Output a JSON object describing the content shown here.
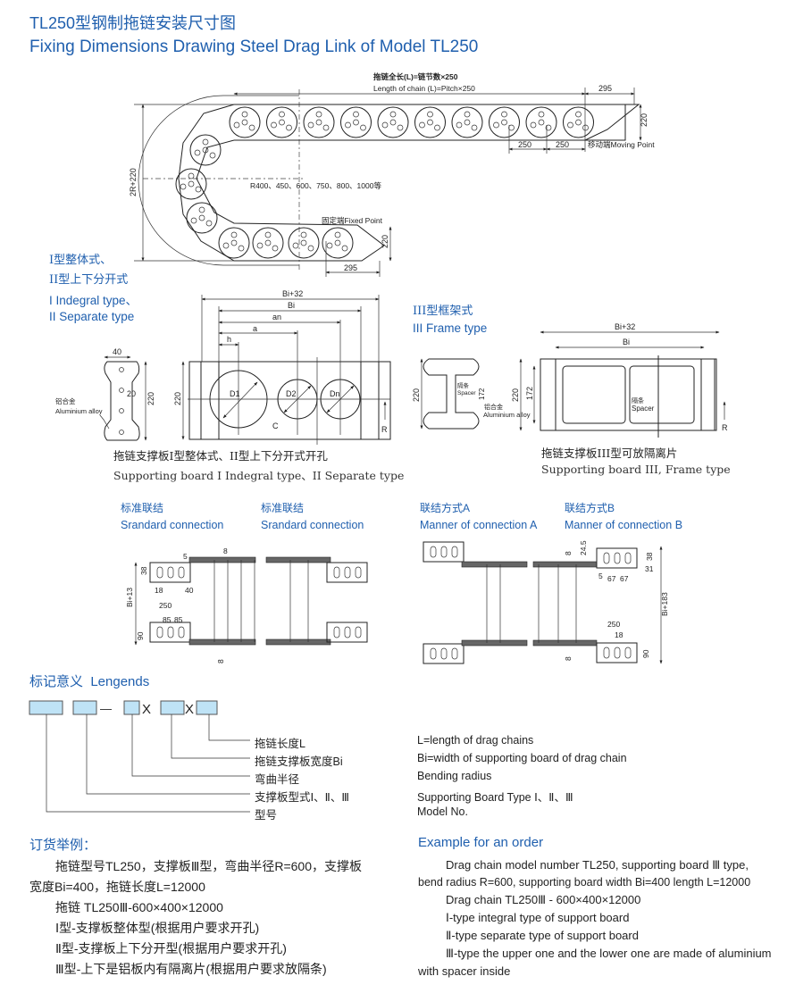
{
  "header": {
    "title_cn": "TL250型钢制拖链安装尺寸图",
    "title_en": "Fixing Dimensions Drawing Steel Drag Link of Model TL250"
  },
  "chain_drawing": {
    "length_cn": "拖链全长(L)=链节数×250",
    "length_en": "Length of chain (L)=Pitch×250",
    "dim_295_top": "295",
    "dim_220_right": "220",
    "dim_250_a": "250",
    "dim_250_b": "250",
    "moving_point": "移动端Moving Point",
    "radius_list": "R400、450、600、750、800、1000等",
    "height_dim": "2R+220",
    "fixed_point": "固定端Fixed Point",
    "dim_220_bottom": "220",
    "dim_295_bottom": "295"
  },
  "type_1_2": {
    "label_cn_1": "I型整体式、",
    "label_cn_2": "II型上下分开式",
    "label_en_1": "I Indegral type、",
    "label_en_2": "II Separate type",
    "dim_40": "40",
    "dim_20": "20",
    "dim_220_side": "220",
    "alloy_cn": "铝合金",
    "alloy_en": "Aluminium alloy",
    "dim_bi32": "Bi+32",
    "dim_bi": "Bi",
    "dim_an": "an",
    "dim_a": "a",
    "dim_h": "h",
    "dim_220": "220",
    "hole_d1": "D1",
    "hole_d2": "D2",
    "hole_dn": "Dn",
    "dim_c": "C",
    "dim_r": "R",
    "caption_cn": "拖链支撑板I型整体式、II型上下分开式开孔",
    "caption_en": "Supporting board I Indegral type、II Separate type"
  },
  "type_3": {
    "label_cn": "III型框架式",
    "label_en": "III Frame type",
    "dim_220_side": "220",
    "spacer_cn": "隔条",
    "spacer_en": "Spacer",
    "dim_172_side": "172",
    "alloy_cn": "铝合金",
    "alloy_en": "Aluminium alloy",
    "dim_bi32": "Bi+32",
    "dim_bi": "Bi",
    "dim_220": "220",
    "dim_172": "172",
    "spacer2_cn": "隔条",
    "spacer2_en": "Spacer",
    "dim_r": "R",
    "caption_cn": "拖链支撑板III型可放隔离片",
    "caption_en": "Supporting board III, Frame type"
  },
  "connections": [
    {
      "cn": "标准联结",
      "en": "Srandard connection"
    },
    {
      "cn": "标准联结",
      "en": "Srandard connection"
    },
    {
      "cn": "联结方式A",
      "en": "Manner of connection A"
    },
    {
      "cn": "联结方式B",
      "en": "Manner of connection B"
    }
  ],
  "conn_dims_left": {
    "d5": "5",
    "d8_top": "8",
    "d38": "38",
    "d18": "18",
    "d40": "40",
    "bi13": "Bi+13",
    "d250": "250",
    "d85a": "85",
    "d85b": "85",
    "d90": "90",
    "d8_bottom": "8"
  },
  "conn_dims_right": {
    "d8_top": "8",
    "d24_5": "24.5",
    "d38": "38",
    "d31": "31",
    "d5": "5",
    "d67a": "67",
    "d67b": "67",
    "bi183": "Bi+183",
    "d250": "250",
    "d18": "18",
    "d90": "90",
    "d8_bottom": "8"
  },
  "legend": {
    "title": "标记意义  Lengends",
    "sep_dash": "—",
    "sep_x1": "X",
    "sep_x2": "X",
    "items": [
      {
        "cn": "拖链长度L",
        "en": "L=length of drag chains"
      },
      {
        "cn": "拖链支撑板宽度Bi",
        "en": "Bi=width of supporting board of drag chain"
      },
      {
        "cn": "弯曲半径",
        "en": "Bending radius"
      },
      {
        "cn": "支撑板型式Ⅰ、Ⅱ、Ⅲ",
        "en": "Supporting Board Type Ⅰ、Ⅱ、Ⅲ"
      },
      {
        "cn": "型号",
        "en": "Model No."
      }
    ]
  },
  "order_cn": {
    "title": "订货举例：",
    "line1": "拖链型号TL250，支撑板Ⅲ型，弯曲半径R=600，支撑板",
    "line2": "宽度Bi=400，拖链长度L=12000",
    "line3": "拖链 TL250Ⅲ-600×400×12000",
    "line4": "Ⅰ型-支撑板整体型(根据用户要求开孔)",
    "line5": "Ⅱ型-支撑板上下分开型(根据用户要求开孔)",
    "line6": "Ⅲ型-上下是铝板内有隔离片(根据用户要求放隔条)"
  },
  "order_en": {
    "title": "Example for an order",
    "line1": "Drag chain model number TL250, supporting board Ⅲ type,",
    "line2": "bend radius R=600, supporting board width Bi=400 length L=12000",
    "line3": "Drag chain TL250Ⅲ - 600×400×12000",
    "line4": "Ⅰ-type integral type of support board",
    "line5": "Ⅱ-type separate type of support board",
    "line6": "Ⅲ-type the upper one and the lower one are made of aluminium",
    "line7": "with spacer inside"
  }
}
